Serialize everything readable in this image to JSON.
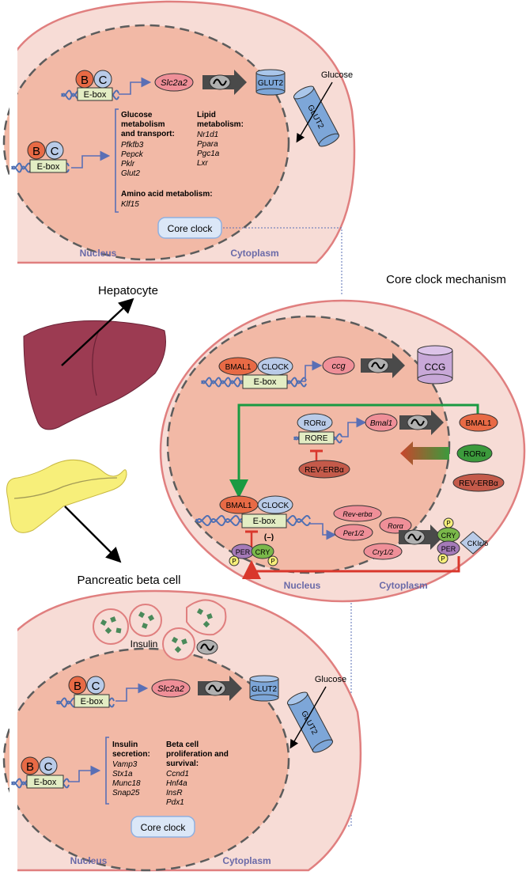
{
  "hepatocyte": {
    "cell_label": "Hepatocyte",
    "nucleus_label": "Nucleus",
    "cytoplasm_label": "Cytoplasm",
    "b_label": "B",
    "c_label": "C",
    "ebox_label": "E-box",
    "slc2a2": "Slc2a2",
    "glut2_label": "GLUT2",
    "glucose_label": "Glucose",
    "glut2_transporter_label": "GLUT2",
    "glucose_heading": [
      "Glucose",
      "metabolism",
      "and transport:"
    ],
    "glucose_genes": [
      "Pfkfb3",
      "Pepck",
      "Pklr",
      "Glut2"
    ],
    "lipid_heading": [
      "Lipid",
      "metabolism:"
    ],
    "lipid_genes": [
      "Nr1d1",
      "Ppara",
      "Pgc1a",
      "Lxr"
    ],
    "amino_heading": "Amino acid metabolism:",
    "amino_genes": [
      "Klf15"
    ],
    "core_clock": "Core clock"
  },
  "core_clock_mechanism": {
    "title": "Core clock mechanism",
    "bmal1": "BMAL1",
    "clock": "CLOCK",
    "ebox": "E-box",
    "ccg": "ccg",
    "ccg_protein": "CCG",
    "ror_alpha": "RORα",
    "rore": "RORE",
    "bmal1_gene": "Bmal1",
    "bmal1_protein": "BMAL1",
    "rev_erb": "REV-ERBα",
    "rev_erb_protein": "REV-ERBα",
    "ror_alpha_protein": "RORα",
    "plus": "(+)",
    "minus": "(–)",
    "rev_erb_gene": "Rev-erbα",
    "ror_gene": "Rorα",
    "per_gene": "Per1/2",
    "cry_gene": "Cry1/2",
    "per": "PER",
    "cry": "CRY",
    "p": "P",
    "ck": "CKIε/δ",
    "nucleus_label": "Nucleus",
    "cytoplasm_label": "Cytoplasm"
  },
  "beta_cell": {
    "cell_label": "Pancreatic beta cell",
    "insulin_label": "Insulin",
    "nucleus_label": "Nucleus",
    "cytoplasm_label": "Cytoplasm",
    "b_label": "B",
    "c_label": "C",
    "ebox_label": "E-box",
    "slc2a2": "Slc2a2",
    "glut2_label": "GLUT2",
    "glucose_label": "Glucose",
    "glut2_transporter_label": "GLUT2",
    "insulin_heading": [
      "Insulin",
      "secretion:"
    ],
    "insulin_genes": [
      "Vamp3",
      "Stx1a",
      "Munc18",
      "Snap25"
    ],
    "beta_heading": [
      "Beta cell",
      "proliferation and",
      "survival:"
    ],
    "beta_genes": [
      "Ccnd1",
      "Hnf4a",
      "InsR",
      "Pdx1"
    ],
    "core_clock": "Core clock"
  },
  "colors": {
    "cell_fill": "#f7dcd6",
    "cell_border": "#e07f7f",
    "nucleus_fill": "#f2b9a6",
    "liver": "#9c3b52",
    "pancreas": "#f7ef7a",
    "bmal1": "#e86a45",
    "clock": "#b9cbe8",
    "ebox": "#e3edc4",
    "gene_pink": "#ef8f98",
    "green_arrow": "#1a9a42",
    "red_arrow": "#d9372c",
    "glut2": "#7da6d8"
  }
}
